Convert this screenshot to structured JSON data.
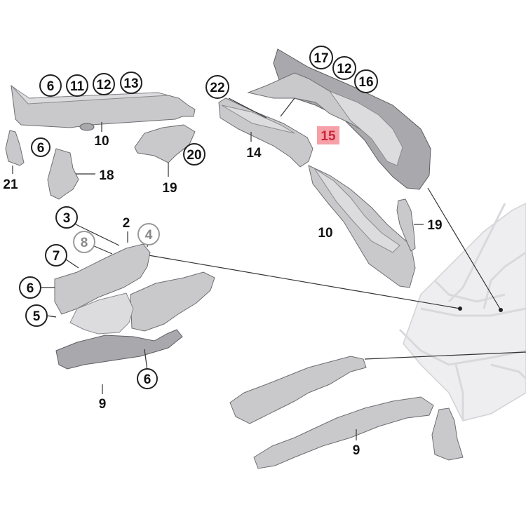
{
  "diagram": {
    "highlight_color": "#f6a0a8",
    "labels": {
      "c6_tl": "6",
      "c11": "11",
      "c12_tl": "12",
      "c13": "13",
      "p10_tl": "10",
      "c6_small": "6",
      "p21": "21",
      "p18": "18",
      "p19_l": "19",
      "c20": "20",
      "c22": "22",
      "p14": "14",
      "c17": "17",
      "c12_tr": "12",
      "c16": "16",
      "p15": "15",
      "p10_r": "10",
      "p19_r": "19",
      "c3": "3",
      "p2": "2",
      "c8": "8",
      "c4": "4",
      "c7": "7",
      "c6_ml": "6",
      "c5": "5",
      "c6_bot": "6",
      "p9_l": "9",
      "p9_r": "9"
    }
  }
}
